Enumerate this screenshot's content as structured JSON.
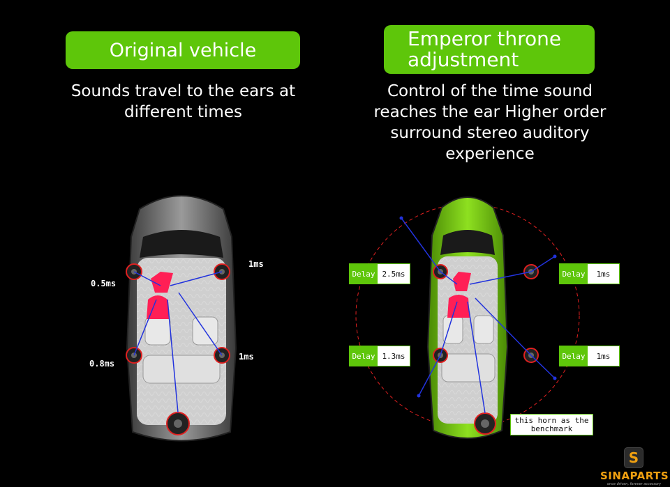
{
  "left_panel": {
    "title": "Original vehicle",
    "description": "Sounds travel to the ears at different times",
    "timings": {
      "front_left": "0.5ms",
      "front_right": "1ms",
      "rear_left": "0.8ms",
      "rear_right": "1ms"
    }
  },
  "right_panel": {
    "title": "Emperor throne adjustment",
    "description": "Control of the time sound reaches the ear Higher order surround stereo auditory experience",
    "delays": {
      "key": "Delay",
      "front_left": "2.5ms",
      "front_right": "1ms",
      "rear_left": "1.3ms",
      "rear_right": "1ms"
    },
    "benchmark_note": "this horn as the benchmark"
  },
  "brand": {
    "glyph": "S",
    "name": "SINAPARTS",
    "tagline": "once driven, forever accessory"
  },
  "colors": {
    "accent_green": "#5ec60a",
    "speaker_ring": "#e02020",
    "occupant": "#ff1f55",
    "arrow": "#2233dd"
  }
}
